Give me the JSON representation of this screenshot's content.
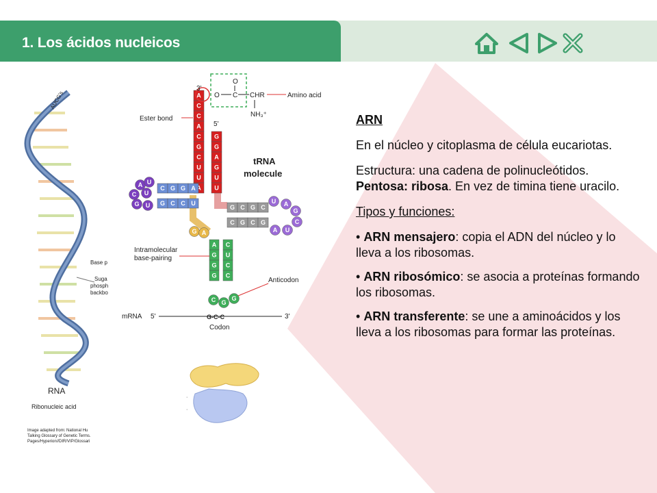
{
  "header": {
    "title": "1. Los ácidos nucleicos",
    "nav": {
      "home": "home-icon",
      "prev": "previous-icon",
      "next": "next-icon",
      "close": "close-icon",
      "color": "#3d9f6c"
    }
  },
  "content": {
    "heading": "ARN",
    "p1": "En el núcleo y citoplasma de célula eucariotas.",
    "p2a": "Estructura: una cadena de polinucleótidos.",
    "p2b_bold": "Pentosa: ribosa",
    "p2c": ". En vez de timina tiene uracilo.",
    "p3": "Tipos y funciones:",
    "items": [
      {
        "bold": "ARN mensajero",
        "text": ": copia el ADN del núcleo y lo lleva a los ribosomas."
      },
      {
        "bold": "ARN ribosómico",
        "text": ": se asocia a proteínas formando los ribosomas."
      },
      {
        "bold": "ARN transferente",
        "text": ": se une a aminoácidos y los lleva a los ribosomas para formar las proteínas."
      }
    ]
  },
  "figure_rna": {
    "label_top": "AUCG's",
    "base_label": "Base p",
    "sugar_label_1": "Suga",
    "sugar_label_2": "phosph",
    "sugar_label_3": "backbo",
    "title": "RNA",
    "subtitle": "Ribonucleic acid",
    "credit_1": "Image adapted from: National Hu",
    "credit_2": "Talking Glossary of Genetic Terms.",
    "credit_3": "Pages/Hyperion//DIR/VIP/Glossari"
  },
  "figure_trna": {
    "title_1": "tRNA",
    "title_2": "molecule",
    "ester_bond": "Ester bond",
    "amino_acid": "Amino acid",
    "chr": "CHR",
    "nh3": "NH₃⁺",
    "o_atom": "O",
    "c_atom": "C",
    "o_top": "O",
    "three_prime": "3'",
    "five_prime": "5'",
    "intramolecular_1": "Intramolecular",
    "intramolecular_2": "base-pairing",
    "anticodon": "Anticodon",
    "mrna": "mRNA",
    "mrna_5": "5'",
    "mrna_3": "3'",
    "codon_seq": "G-C-C",
    "codon": "Codon",
    "acceptor_left": [
      "A",
      "C",
      "C",
      "A",
      "C",
      "G",
      "C",
      "U",
      "U",
      "A"
    ],
    "acceptor_right": [
      "G",
      "G",
      "A",
      "G",
      "U",
      "U"
    ],
    "d_arm_top": [
      "C",
      "G",
      "G",
      "A"
    ],
    "d_arm_bottom": [
      "G",
      "C",
      "C",
      "U"
    ],
    "d_loop": [
      "A",
      "U",
      "U",
      "C",
      "G",
      "U"
    ],
    "t_arm_top": [
      "G",
      "C",
      "G",
      "C"
    ],
    "t_arm_bottom": [
      "C",
      "G",
      "C",
      "G"
    ],
    "t_loop": [
      "U",
      "A",
      "G",
      "C",
      "U",
      "A"
    ],
    "anticodon_stem_left": [
      "A",
      "G",
      "G",
      "G"
    ],
    "anticodon_stem_right": [
      "C",
      "U",
      "C",
      "C"
    ],
    "anticodon_bases": [
      "C",
      "G",
      "G"
    ],
    "variable": [
      "G",
      "A"
    ]
  }
}
